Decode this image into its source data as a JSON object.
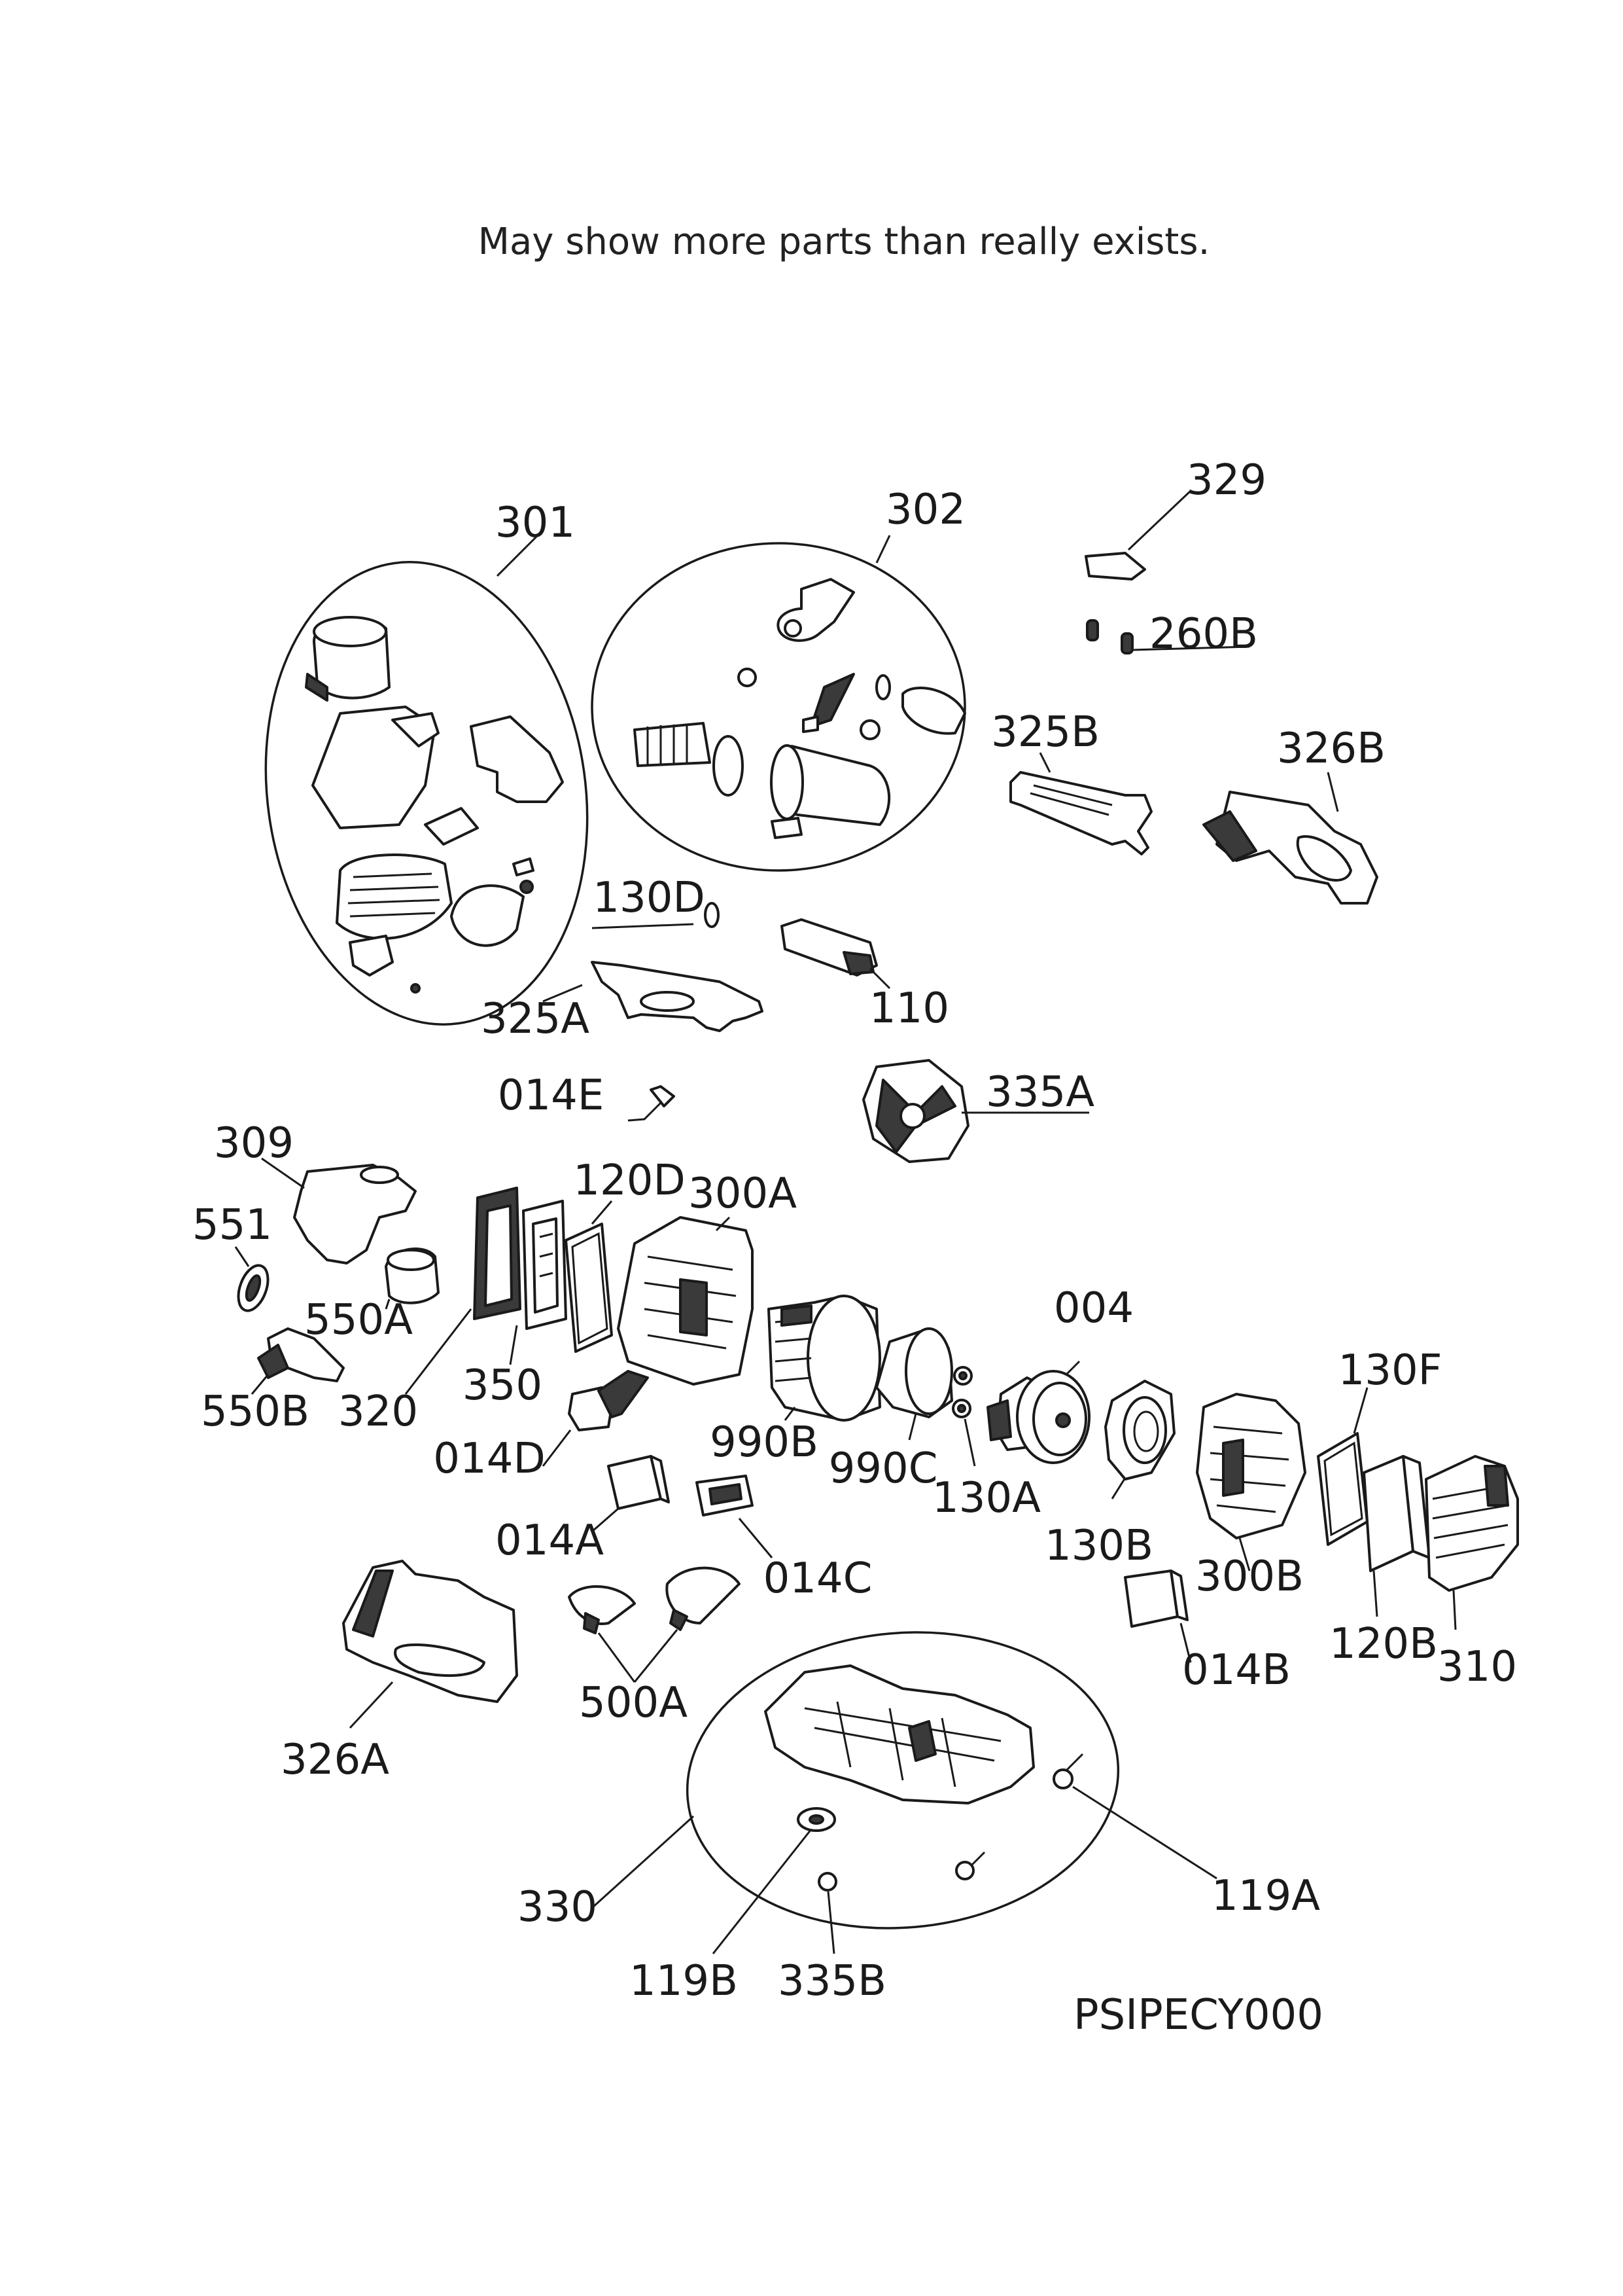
{
  "note": "May show more parts than really exists.",
  "diagram_code": "PSIPECY000",
  "parts": [
    {
      "id": "301",
      "label": "301"
    },
    {
      "id": "302",
      "label": "302"
    },
    {
      "id": "329",
      "label": "329"
    },
    {
      "id": "260B",
      "label": "260B"
    },
    {
      "id": "325B",
      "label": "325B"
    },
    {
      "id": "326B",
      "label": "326B"
    },
    {
      "id": "130D",
      "label": "130D"
    },
    {
      "id": "110",
      "label": "110"
    },
    {
      "id": "325A",
      "label": "325A"
    },
    {
      "id": "014E",
      "label": "014E"
    },
    {
      "id": "335A",
      "label": "335A"
    },
    {
      "id": "309",
      "label": "309"
    },
    {
      "id": "551",
      "label": "551"
    },
    {
      "id": "120D",
      "label": "120D"
    },
    {
      "id": "300A",
      "label": "300A"
    },
    {
      "id": "550A",
      "label": "550A"
    },
    {
      "id": "004",
      "label": "004"
    },
    {
      "id": "130F",
      "label": "130F"
    },
    {
      "id": "350",
      "label": "350"
    },
    {
      "id": "550B",
      "label": "550B"
    },
    {
      "id": "320",
      "label": "320"
    },
    {
      "id": "990B",
      "label": "990B"
    },
    {
      "id": "014D",
      "label": "014D"
    },
    {
      "id": "990C",
      "label": "990C"
    },
    {
      "id": "130A",
      "label": "130A"
    },
    {
      "id": "014A",
      "label": "014A"
    },
    {
      "id": "014C",
      "label": "014C"
    },
    {
      "id": "130B",
      "label": "130B"
    },
    {
      "id": "300B",
      "label": "300B"
    },
    {
      "id": "014B",
      "label": "014B"
    },
    {
      "id": "120B",
      "label": "120B"
    },
    {
      "id": "310",
      "label": "310"
    },
    {
      "id": "500A",
      "label": "500A"
    },
    {
      "id": "326A",
      "label": "326A"
    },
    {
      "id": "330",
      "label": "330"
    },
    {
      "id": "119A",
      "label": "119A"
    },
    {
      "id": "119B",
      "label": "119B"
    },
    {
      "id": "335B",
      "label": "335B"
    }
  ]
}
